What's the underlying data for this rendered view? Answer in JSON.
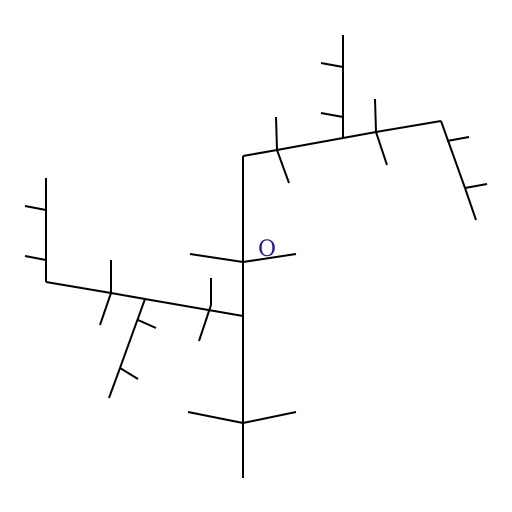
{
  "structure": {
    "type": "skeletal-structure-diagram",
    "line_color": "#000000",
    "background": "#ffffff",
    "atom_labels": [
      {
        "id": "oxygen",
        "text": "O",
        "color": "#1a1aa6"
      }
    ]
  }
}
